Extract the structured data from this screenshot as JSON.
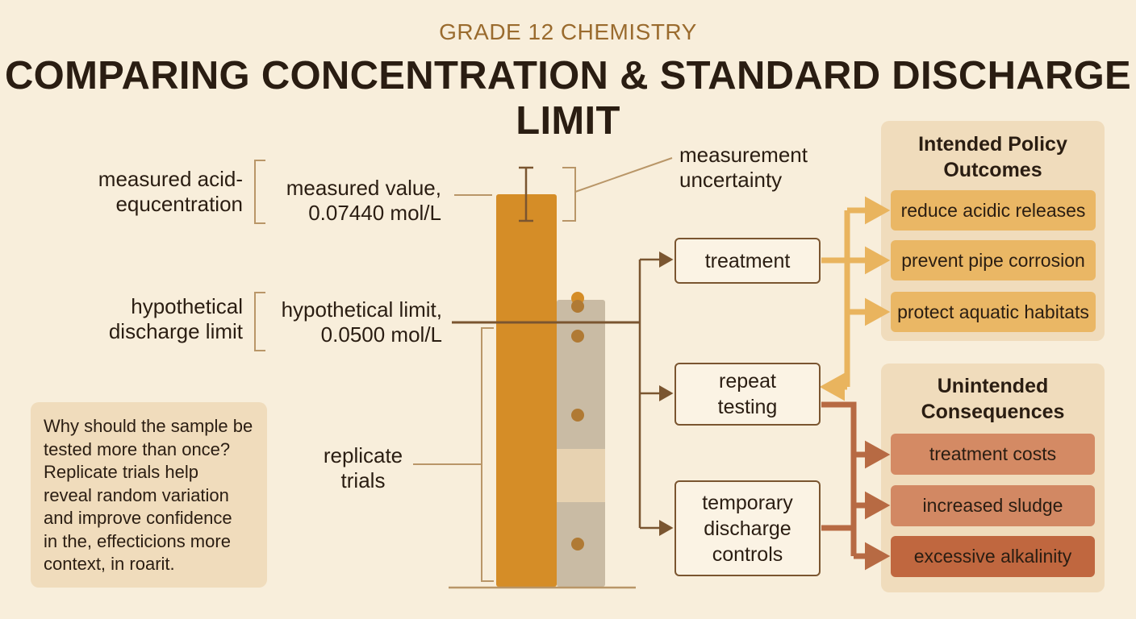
{
  "header": {
    "subtitle": "GRADE 12 CHEMISTRY",
    "title": "COMPARING CONCENTRATION & STANDARD DISCHARGE LIMIT"
  },
  "left_labels": {
    "measured_concentration": [
      "measured acid-",
      "equcentration"
    ],
    "measured_value": [
      "measured value,",
      "0.07440 mol/L"
    ],
    "hypothetical_discharge": [
      "hypothetical",
      "discharge limit"
    ],
    "hypothetical_limit": [
      "hypothetical limit,",
      "0.0500 mol/L"
    ],
    "replicate_trials": [
      "replicate",
      "trials"
    ],
    "measurement_uncertainty": [
      "measurement",
      "uncertainty"
    ]
  },
  "values": {
    "measured_mol_per_L": 0.0744,
    "limit_mol_per_L": 0.05
  },
  "note": {
    "lines": [
      "Why should the sample be",
      "tested more than once?",
      "Replicate trials help",
      "reveal random variation",
      "and improve confidence",
      "in the, effecticions more",
      "context, in roarit."
    ]
  },
  "actions": {
    "treatment": [
      "treatment"
    ],
    "repeat_testing": [
      "repeat",
      "testing"
    ],
    "temporary_controls": [
      "temporary",
      "discharge",
      "controls"
    ]
  },
  "intended": {
    "title": [
      "Intended Policy",
      "Outcomes"
    ],
    "items": [
      "reduce acidic releases",
      "prevent pipe corrosion",
      "protect aquatic habitats"
    ]
  },
  "unintended": {
    "title": [
      "Unintended",
      "Consequences"
    ],
    "items": [
      "treatment costs",
      "increased sludge",
      "excessive alkalinity"
    ]
  },
  "colors": {
    "background": "#f8eedb",
    "measured_bar": "#d58d27",
    "trial_bar": "#c9bba4",
    "trial_band": "#e7d2b1",
    "trial_dot": "#b07a34",
    "intended_panel": "#f0dcbc",
    "intended_chip": "#eab765",
    "intended_arrow": "#e9b45e",
    "unintended_panel": "#f0dcbc",
    "unintended_chip_1": "#d48a64",
    "unintended_chip_2": "#d28863",
    "unintended_chip_3": "#c0673f",
    "unintended_arrow": "#b76a43",
    "ink": "#2a1d12",
    "bracket": "#b99668",
    "connector": "#7a5530"
  }
}
